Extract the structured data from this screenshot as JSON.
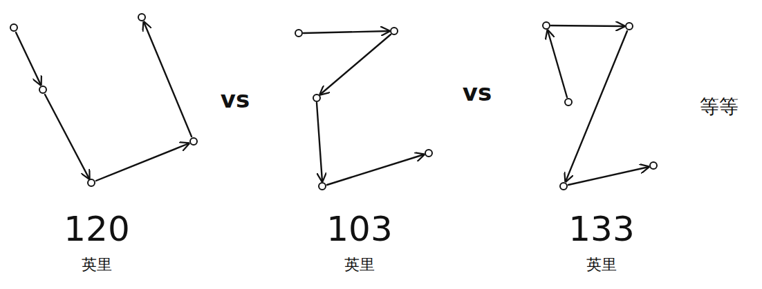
{
  "diagram": {
    "labels": [
      "120",
      "英里",
      "vs",
      "103",
      "英里",
      "vs",
      "133",
      "英里",
      "等等"
    ]
  }
}
